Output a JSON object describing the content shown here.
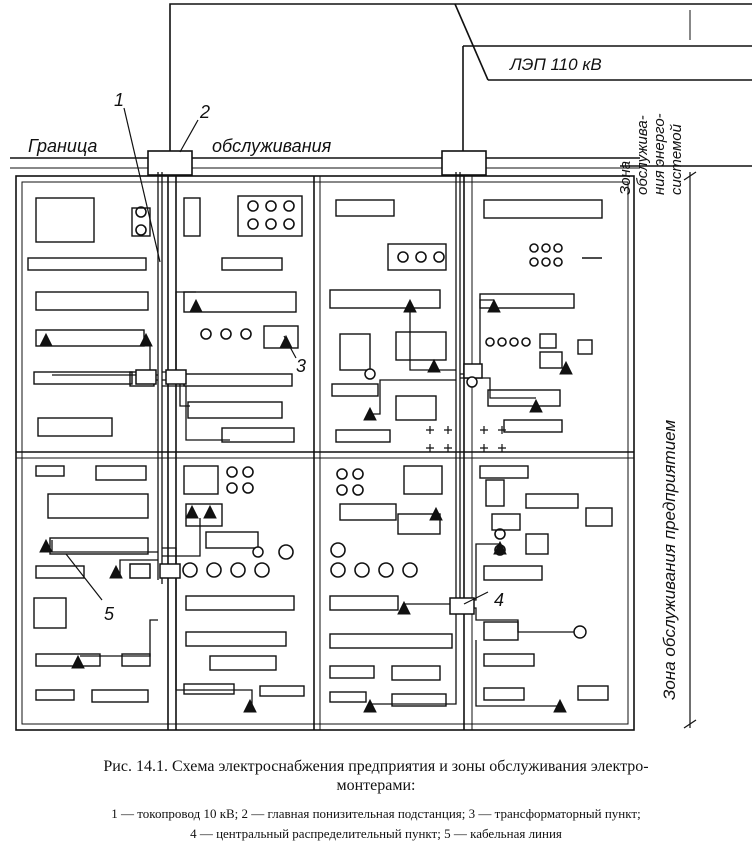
{
  "diagram": {
    "boundary_label_left": "Граница",
    "boundary_label_right": "обслуживания",
    "line_label": "ЛЭП 110 кВ",
    "energy_zone_lines": [
      "Зона",
      "обслужива-",
      "ния энерго-",
      "системой"
    ],
    "enterprise_zone_label": "Зона обслуживания предприятием",
    "markers": [
      "1",
      "2",
      "3",
      "4",
      "5"
    ]
  },
  "caption": {
    "title_line1": "Рис. 14.1. Схема электроснабжения предприятия и зоны обслуживания электро-",
    "title_line2": "монтерами:",
    "legend_line1": "1 — токопровод 10 кВ; 2 — главная понизительная подстанция; 3 — трансформаторный пункт;",
    "legend_line2": "4 — центральный распределительный пункт; 5 — кабельная линия"
  }
}
